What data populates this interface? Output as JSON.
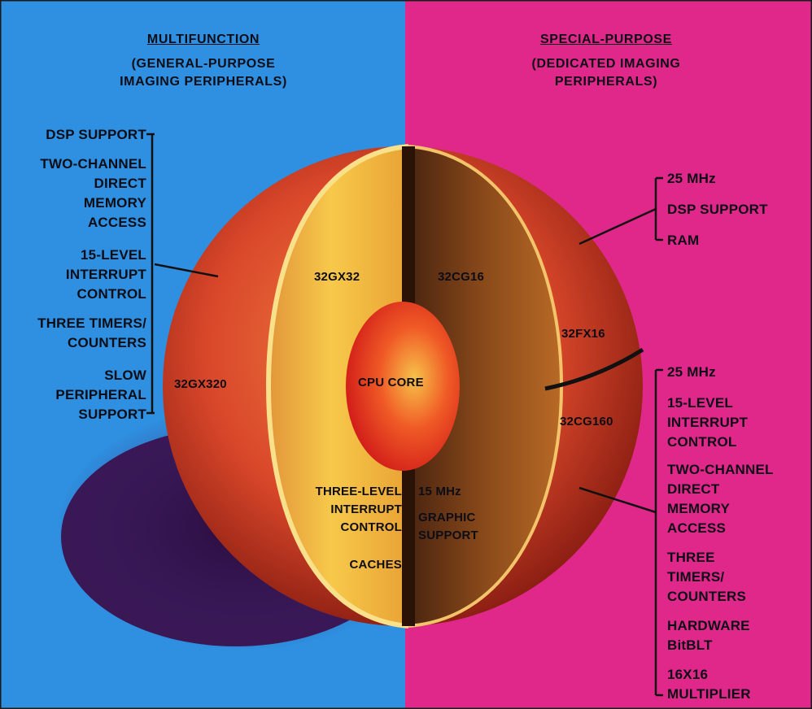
{
  "left_heading": {
    "title": "MULTIFUNCTION",
    "sub1": "(GENERAL-PURPOSE",
    "sub2": "IMAGING PERIPHERALS)"
  },
  "right_heading": {
    "title": "SPECIAL-PURPOSE",
    "sub1": "(DEDICATED IMAGING",
    "sub2": "PERIPHERALS)"
  },
  "left_features": [
    "DSP SUPPORT",
    "TWO-CHANNEL",
    "DIRECT",
    "MEMORY",
    "ACCESS",
    "15-LEVEL",
    "INTERRUPT",
    "CONTROL",
    "THREE TIMERS/",
    "COUNTERS",
    "SLOW",
    "PERIPHERAL",
    "SUPPORT"
  ],
  "right_top_features": [
    "25 MHz",
    "DSP SUPPORT",
    "RAM"
  ],
  "right_bottom_features": [
    "25 MHz",
    "15-LEVEL",
    "INTERRUPT",
    "CONTROL",
    "TWO-CHANNEL",
    "DIRECT",
    "MEMORY",
    "ACCESS",
    "THREE",
    "TIMERS/",
    "COUNTERS",
    "HARDWARE",
    "BitBLT",
    "16X16",
    "MULTIPLIER"
  ],
  "sphere_labels": {
    "gx32": "32GX32",
    "cg16": "32CG16",
    "fx16": "32FX16",
    "gx320": "32GX320",
    "cg160": "32CG160",
    "core": "CPU CORE"
  },
  "inner_left": [
    "THREE-LEVEL",
    "INTERRUPT",
    "CONTROL",
    "CACHES"
  ],
  "inner_right": [
    "15 MHz",
    "GRAPHIC",
    "SUPPORT"
  ],
  "colors": {
    "left_bg": "#2f8fe0",
    "right_bg": "#e0288a",
    "outer_shell": "#d9472a",
    "mantle_light": "#f2b432",
    "mantle_dark": "#6e3514",
    "core": "#e82a1e",
    "shadow": "#3a1550"
  }
}
